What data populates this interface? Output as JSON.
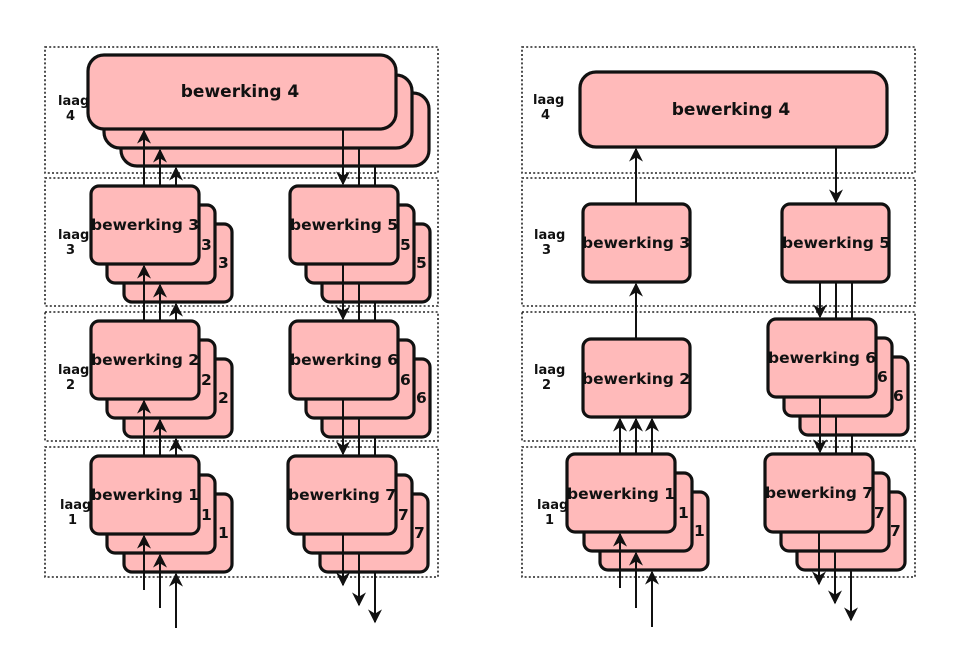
{
  "colors": {
    "box_fill": "#FFBABA",
    "stroke": "#111111"
  },
  "diagrams": [
    {
      "id": "left",
      "variant": "all-replicated",
      "layers": [
        {
          "word": "laag",
          "num": "4"
        },
        {
          "word": "laag",
          "num": "3"
        },
        {
          "word": "laag",
          "num": "2"
        },
        {
          "word": "laag",
          "num": "1"
        }
      ],
      "boxes": {
        "b4": {
          "label": "bewerking 4",
          "ghost": "",
          "copies": 3
        },
        "b3": {
          "label": "bewerking 3",
          "ghost": "3",
          "copies": 3
        },
        "b5": {
          "label": "bewerking 5",
          "ghost": "5",
          "copies": 3
        },
        "b2": {
          "label": "bewerking 2",
          "ghost": "2",
          "copies": 3
        },
        "b6": {
          "label": "bewerking 6",
          "ghost": "6",
          "copies": 3
        },
        "b1": {
          "label": "bewerking 1",
          "ghost": "1",
          "copies": 3
        },
        "b7": {
          "label": "bewerking 7",
          "ghost": "7",
          "copies": 3
        }
      }
    },
    {
      "id": "right",
      "variant": "partially-replicated",
      "layers": [
        {
          "word": "laag",
          "num": "4"
        },
        {
          "word": "laag",
          "num": "3"
        },
        {
          "word": "laag",
          "num": "2"
        },
        {
          "word": "laag",
          "num": "1"
        }
      ],
      "boxes": {
        "b4": {
          "label": "bewerking 4",
          "ghost": "",
          "copies": 1
        },
        "b3": {
          "label": "bewerking 3",
          "ghost": "",
          "copies": 1
        },
        "b5": {
          "label": "bewerking 5",
          "ghost": "",
          "copies": 1
        },
        "b2": {
          "label": "bewerking 2",
          "ghost": "",
          "copies": 1
        },
        "b6": {
          "label": "bewerking 6",
          "ghost": "6",
          "copies": 3
        },
        "b1": {
          "label": "bewerking 1",
          "ghost": "1",
          "copies": 3
        },
        "b7": {
          "label": "bewerking 7",
          "ghost": "7",
          "copies": 3
        }
      }
    }
  ]
}
